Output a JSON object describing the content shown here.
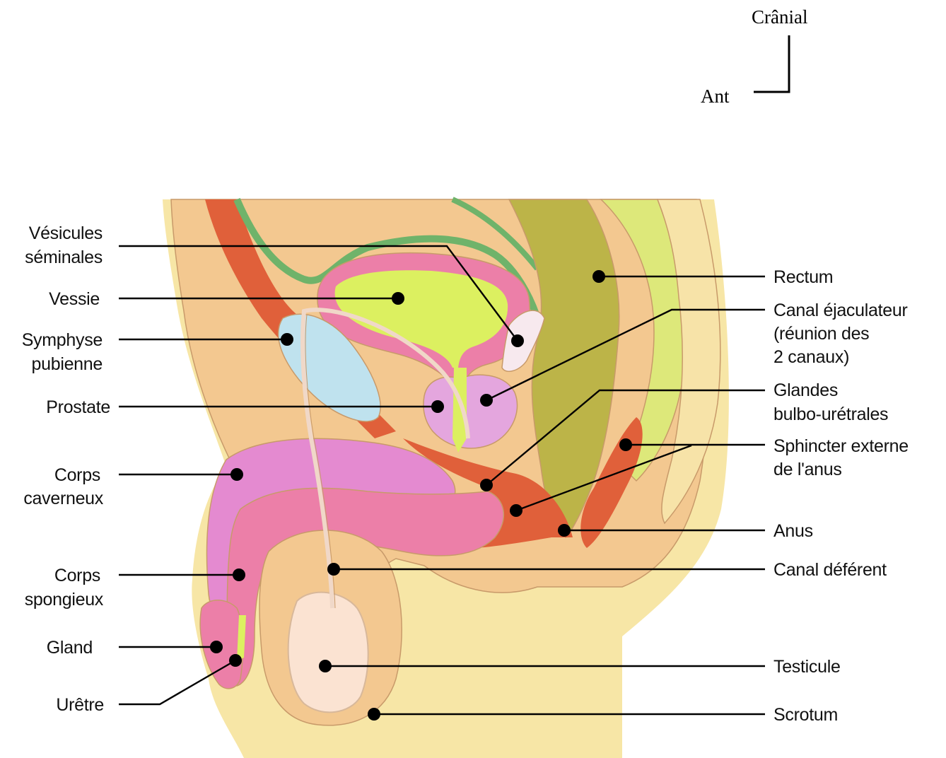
{
  "orientation": {
    "cranial": "Crânial",
    "anterior": "Ant"
  },
  "labels_left": [
    {
      "id": "vesicules",
      "lines": [
        "Vésicules",
        "séminales"
      ]
    },
    {
      "id": "vessie",
      "lines": [
        "Vessie"
      ]
    },
    {
      "id": "symphyse",
      "lines": [
        "Symphyse",
        "pubienne"
      ]
    },
    {
      "id": "prostate",
      "lines": [
        "Prostate"
      ]
    },
    {
      "id": "corps-caverneux",
      "lines": [
        "Corps",
        "caverneux"
      ]
    },
    {
      "id": "corps-spongieux",
      "lines": [
        "Corps",
        "spongieux"
      ]
    },
    {
      "id": "gland",
      "lines": [
        "Gland"
      ]
    },
    {
      "id": "uretre",
      "lines": [
        "Urêtre"
      ]
    }
  ],
  "labels_right": [
    {
      "id": "rectum",
      "lines": [
        "Rectum"
      ]
    },
    {
      "id": "canal-ejaculateur",
      "lines": [
        "Canal éjaculateur",
        "(réunion des",
        "2 canaux)"
      ]
    },
    {
      "id": "glandes-bulbo",
      "lines": [
        "Glandes",
        "bulbo-urétrales"
      ]
    },
    {
      "id": "sphincter",
      "lines": [
        "Sphincter externe",
        "de l'anus"
      ]
    },
    {
      "id": "anus",
      "lines": [
        "Anus"
      ]
    },
    {
      "id": "canal-deferent",
      "lines": [
        "Canal déférent"
      ]
    },
    {
      "id": "testicule",
      "lines": [
        "Testicule"
      ]
    },
    {
      "id": "scrotum",
      "lines": [
        "Scrotum"
      ]
    }
  ],
  "colors": {
    "skin": "#f3c890",
    "body_light": "#f7e3a8",
    "yellow_green": "#e8ec8a",
    "muscle": "#e0603a",
    "bladder_wall": "#ec7fa8",
    "bladder_lumen": "#dcf060",
    "symphysis": "#bfe2ee",
    "prostate": "#e4a6de",
    "rectum": "#bcb448",
    "spine": "#dde87a",
    "peritoneum": "#6fb36a",
    "testis": "#fbe3d2",
    "erectile_pink": "#e48ad0"
  }
}
